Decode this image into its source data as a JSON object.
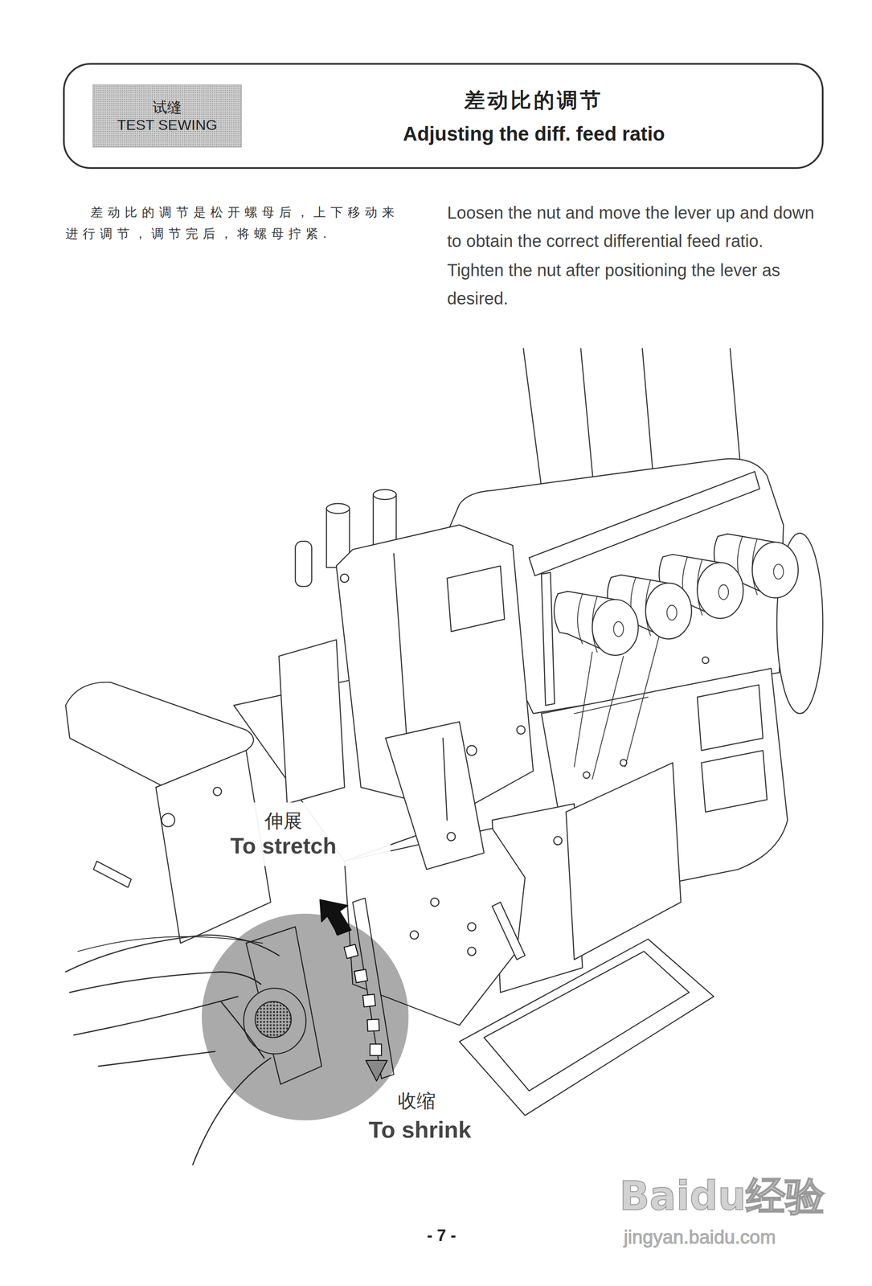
{
  "diagram": {
    "title": "Adjusting the diff. feed ratio",
    "nodes": [
      {
        "text": [
          "试缝",
          "TEST SEWING"
        ]
      },
      {
        "text": [
          "伸展",
          "To stretch"
        ]
      }
    ],
    "labels": [
      "差动比的调节",
      "差动比的调节是松开螺母后，上下移动来进行调节，调节完后，将螺母拧紧.",
      "Loosen the nut and move the lever up and down to obtain the correct differential feed ratio.",
      "Tighten the nut after positioning the lever as desired.",
      "收缩",
      "To shrink",
      "- 7 -",
      "Baidu经验",
      "jingyan.baidu.com"
    ]
  }
}
